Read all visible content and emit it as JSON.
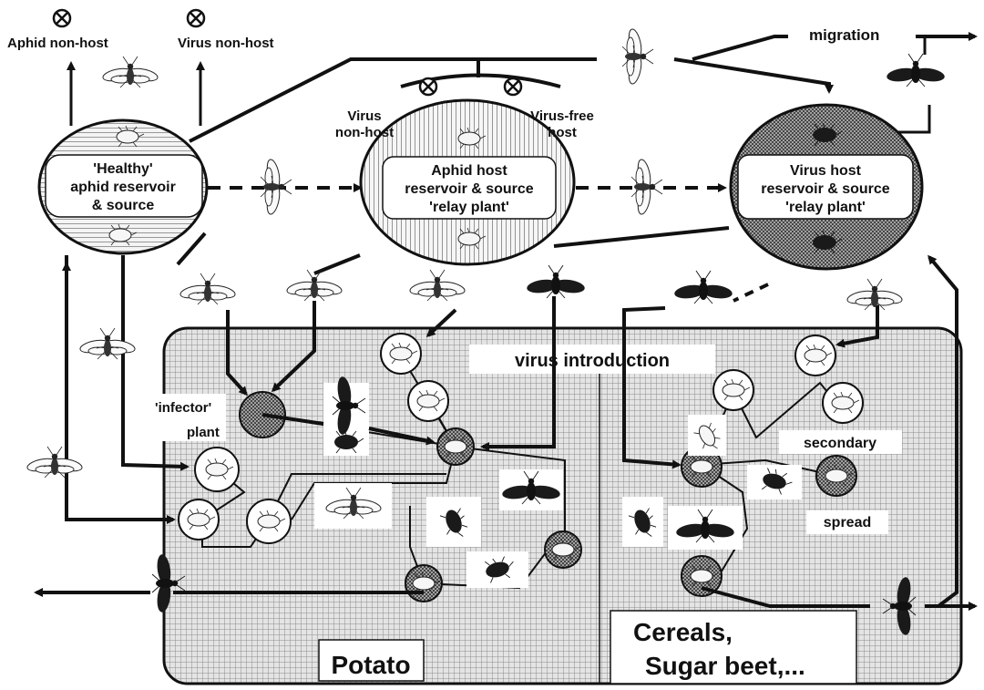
{
  "labels": {
    "aphid_non_host": "Aphid non-host",
    "virus_non_host_top": "Virus non-host",
    "migration": "migration",
    "healthy_line1": "'Healthy'",
    "healthy_line2": "aphid reservoir",
    "healthy_line3": "& source",
    "relay_virus_non_host_1": "Virus",
    "relay_virus_non_host_2": "non-host",
    "relay_virus_free_1": "Virus-free",
    "relay_virus_free_2": "host",
    "aphid_host_line1": "Aphid host",
    "aphid_host_line2": "reservoir & source",
    "aphid_host_line3": "'relay plant'",
    "virus_host_line1": "Virus host",
    "virus_host_line2": "reservoir & source",
    "virus_host_line3": "'relay plant'",
    "virus_introduction": "virus introduction",
    "infector_1": "'infector'",
    "infector_2": "plant",
    "secondary": "secondary",
    "spread": "spread",
    "potato": "Potato",
    "cereals_1": "Cereals,",
    "cereals_2": "Sugar beet,..."
  },
  "colors": {
    "ink": "#111111",
    "field_grid": "#9a9a9a",
    "healthy_hatch": "#6f6f6f",
    "dark_aphid": "#1a1a1a"
  },
  "icons": [
    "x-circle-icon",
    "winged-aphid-icon",
    "dark-winged-aphid-icon",
    "wingless-aphid-icon",
    "arrow-icon"
  ]
}
